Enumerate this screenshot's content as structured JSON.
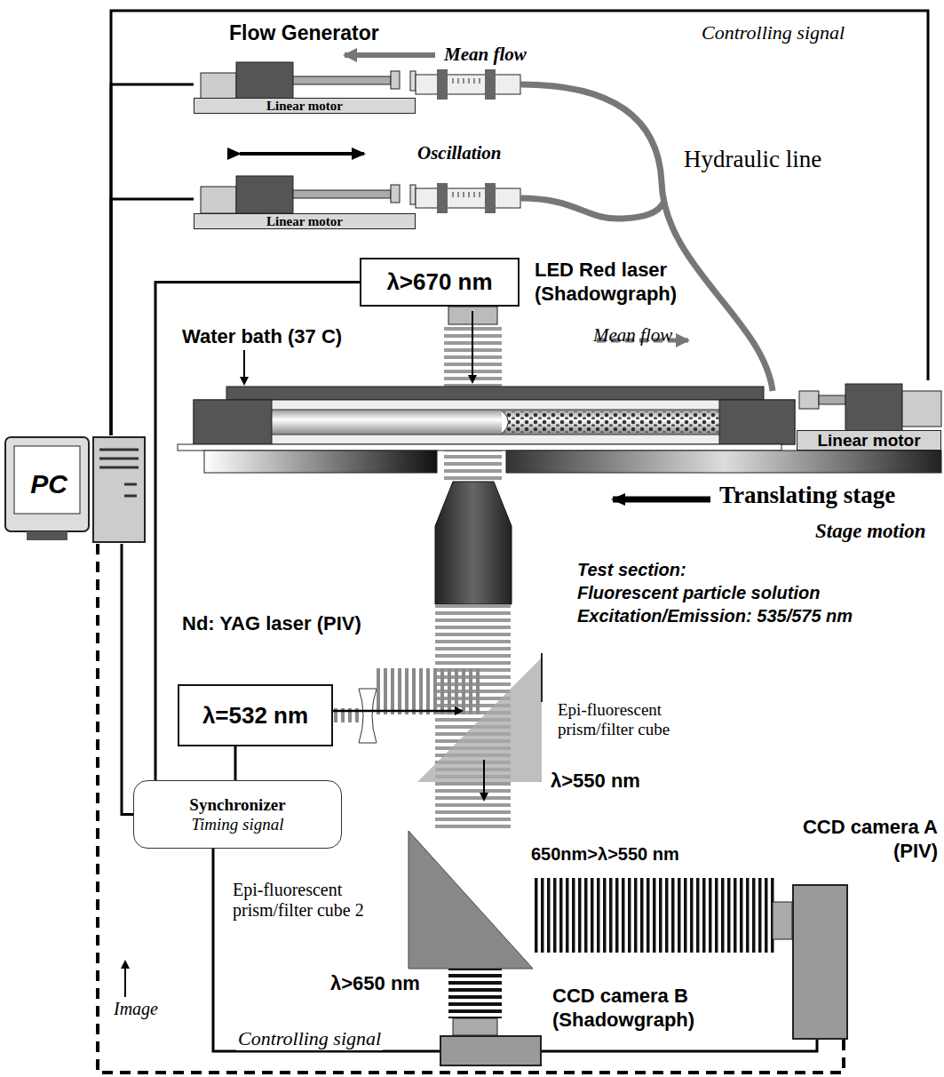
{
  "diagram": {
    "nodes": [
      {
        "text": [
          "Linear motor"
        ]
      },
      {
        "text": [
          "Linear motor"
        ]
      },
      {
        "text": [
          "λ>670 nm",
          "LED Red laser (Shadowgraph)"
        ]
      },
      {
        "text": [
          "Linear motor"
        ]
      },
      {
        "text": [
          "PC"
        ]
      },
      {
        "text": [
          "λ=532 nm",
          "Nd: YAG laser (PIV)"
        ]
      },
      {
        "text": [
          "Synchronizer",
          "Timing signal"
        ]
      },
      {
        "text": [
          "CCD camera A (PIV)"
        ]
      },
      {
        "text": [
          "CCD camera B (Shadowgraph)"
        ]
      }
    ],
    "edges": [
      {
        "from": 4,
        "to": 0,
        "arrow": "none"
      },
      {
        "from": 4,
        "to": 1,
        "arrow": "none"
      },
      {
        "from": 4,
        "to": 3,
        "label": "Controlling signal",
        "arrow": "none"
      },
      {
        "from": 4,
        "to": 6,
        "arrow": "none"
      },
      {
        "from": 6,
        "to": 5,
        "arrow": "none"
      },
      {
        "from": 6,
        "to": 2,
        "arrow": "none"
      },
      {
        "from": 6,
        "to": 8,
        "label": "Controlling signal",
        "arrow": "none"
      },
      {
        "from": 8,
        "to": 7,
        "arrow": "none"
      },
      {
        "from": 7,
        "to": 4,
        "arrow": "none"
      }
    ],
    "labels": [
      "Flow Generator",
      "Mean flow",
      "Oscillation",
      "Hydraulic line",
      "Water bath (37 C)",
      "Mean flow",
      "Translating stage",
      "Stage motion",
      "Test section:",
      "Fluorescent particle solution",
      "Excitation/Emission: 535/575 nm",
      "Epi-fluorescent prism/filter cube",
      "λ>550 nm",
      "650nm>λ>550 nm",
      "Epi-fluorescent prism/filter cube 2",
      "λ>650 nm",
      "Image"
    ]
  }
}
